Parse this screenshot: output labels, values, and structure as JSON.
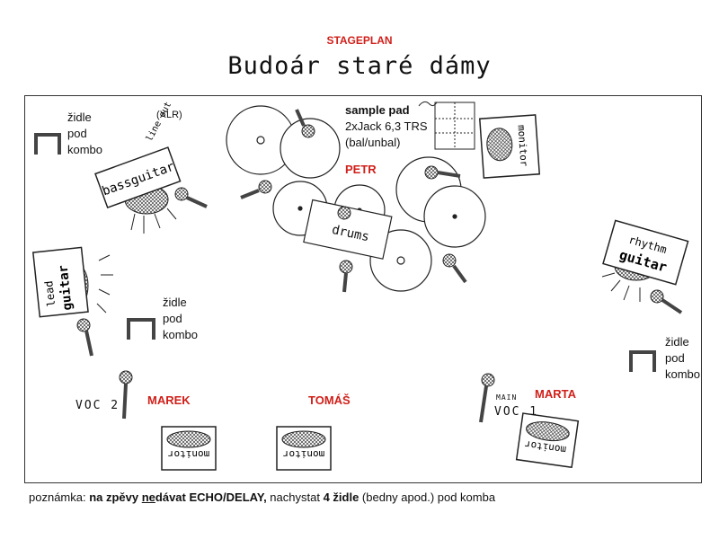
{
  "header": {
    "stageplan_label": "STAGEPLAN",
    "band_name": "Budoár staré dámy"
  },
  "chairs": [
    {
      "id": "chair-top-left",
      "lines": [
        "židle",
        "pod",
        "kombo"
      ]
    },
    {
      "id": "chair-mid-left",
      "lines": [
        "židle",
        "pod",
        "kombo"
      ]
    },
    {
      "id": "chair-right",
      "lines": [
        "židle",
        "pod",
        "kombo"
      ]
    }
  ],
  "bass": {
    "amp_label": "bassguitar",
    "line_out": "line out",
    "xlr": "(XLR)"
  },
  "lead": {
    "amp_label_1": "lead",
    "amp_label_2": "guitar"
  },
  "rhythm": {
    "amp_label_1": "rhythm",
    "amp_label_2": "guitar"
  },
  "drums": {
    "label": "drums",
    "player": "PETR",
    "sample_pad_title": "sample pad",
    "sample_pad_line2": "2xJack 6,3 TRS",
    "sample_pad_line3": "(bal/unbal)"
  },
  "monitor_label": "monitor",
  "performers": {
    "marek": "MAREK",
    "tomas": "TOMÁŠ",
    "marta": "MARTA",
    "voc2": "VOC 2",
    "voc1_main": "MAIN",
    "voc1": "VOC 1"
  },
  "note": {
    "prefix": "poznámka: ",
    "part1": "na zpěvy ",
    "part2_underlined": "ne",
    "part3": "dávat ECHO/DELAY,",
    "part4": "  nachystat ",
    "part5_bold": "4 židle",
    "part6": " (bedny apod.) pod komba"
  }
}
